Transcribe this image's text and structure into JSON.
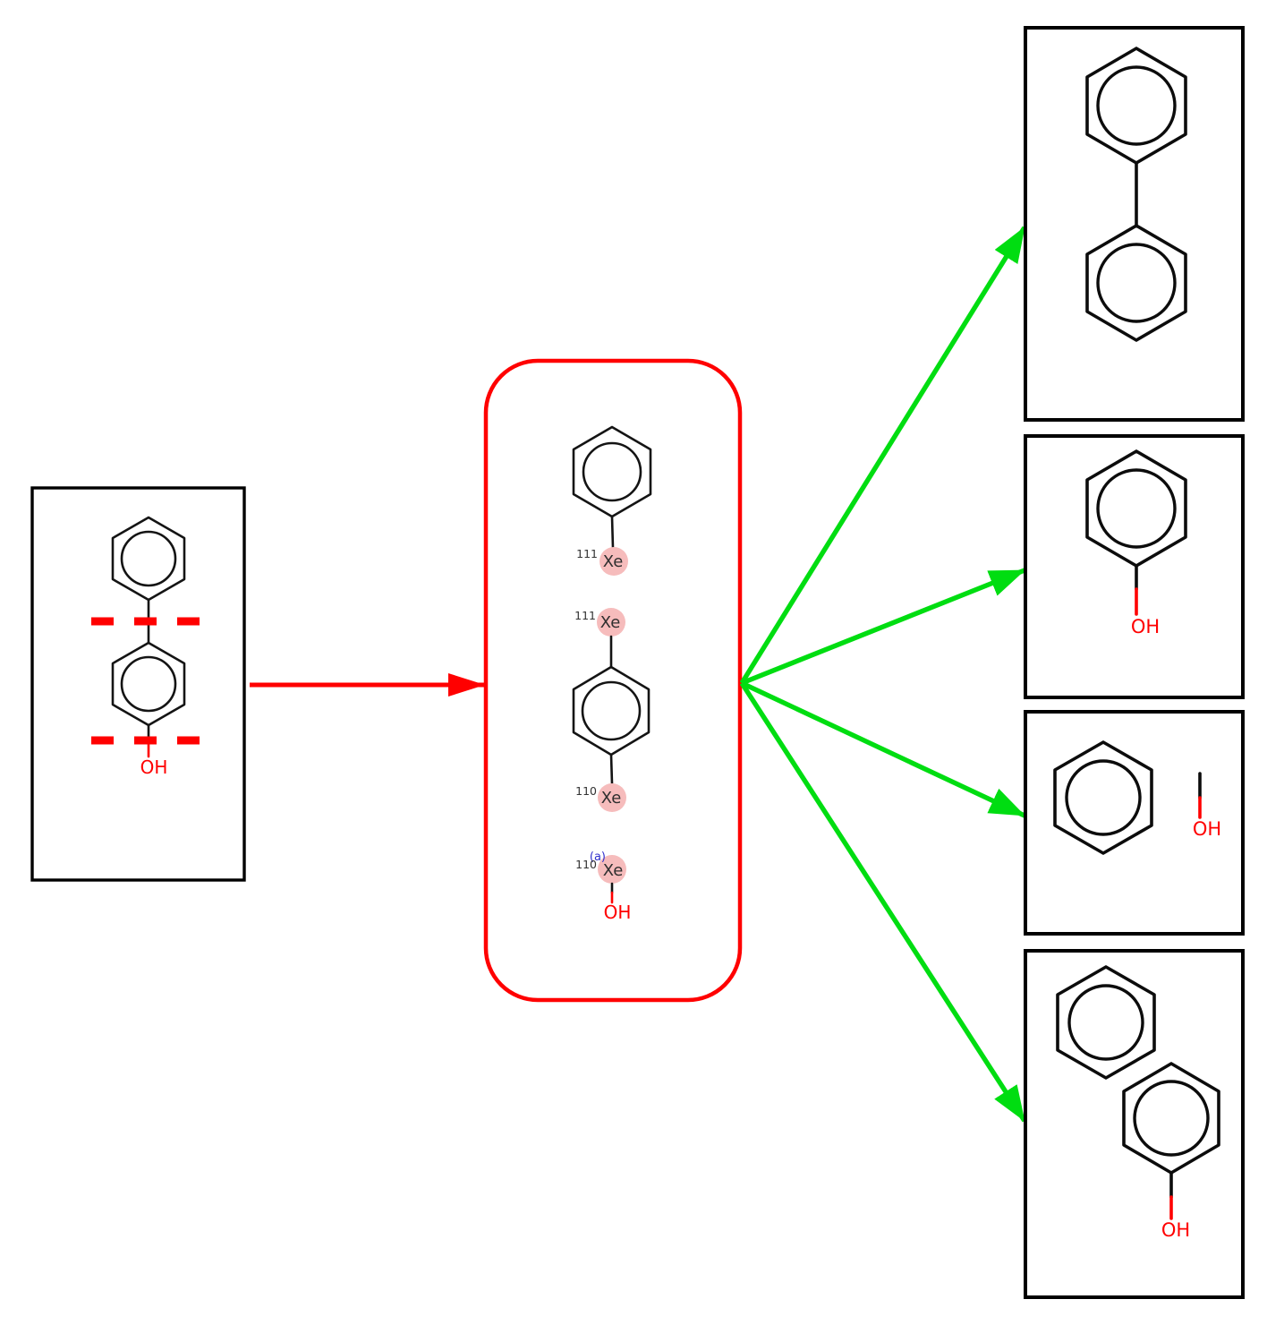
{
  "diagram_type": "molecule-fragmentation-scheme",
  "colors": {
    "background": "#ffffff",
    "bond_black": "#141414",
    "box_border_black": "#000000",
    "cut_mark_red": "#ff0000",
    "fragment_box_red": "#ff0000",
    "reaction_arrow_red": "#ff0000",
    "product_arrow_green": "#00dd11",
    "atom_highlight_pink": "#f6bcbc",
    "xe_label_gray": "#2f2f2f",
    "isotope_label_gray": "#333333",
    "map_label_blue": "#3232cd",
    "hydroxyl_red": "#ff0000"
  },
  "source_box": {
    "depicts": "4-phenylphenol with two red dashed bond-cut marks",
    "hydroxyl": "OH"
  },
  "fragments_box": {
    "depicts": "fragment set with pink-highlighted Xe attachment points",
    "phenyl_fragment": {
      "isotope": "111",
      "symbol": "Xe"
    },
    "phenylene_fragment_top": {
      "isotope": "111",
      "symbol": "Xe"
    },
    "phenylene_fragment_bottom": {
      "isotope": "110",
      "symbol": "Xe"
    },
    "hydroxyl_fragment": {
      "map_label": "(a)",
      "isotope": "110",
      "symbol": "Xe",
      "hydroxyl": "OH"
    }
  },
  "products": [
    {
      "depicts": "biphenyl"
    },
    {
      "depicts": "phenol",
      "hydroxyl": "OH"
    },
    {
      "depicts": "benzene and methanol",
      "hydroxyl": "OH"
    },
    {
      "depicts": "benzene and phenol",
      "hydroxyl": "OH"
    }
  ]
}
